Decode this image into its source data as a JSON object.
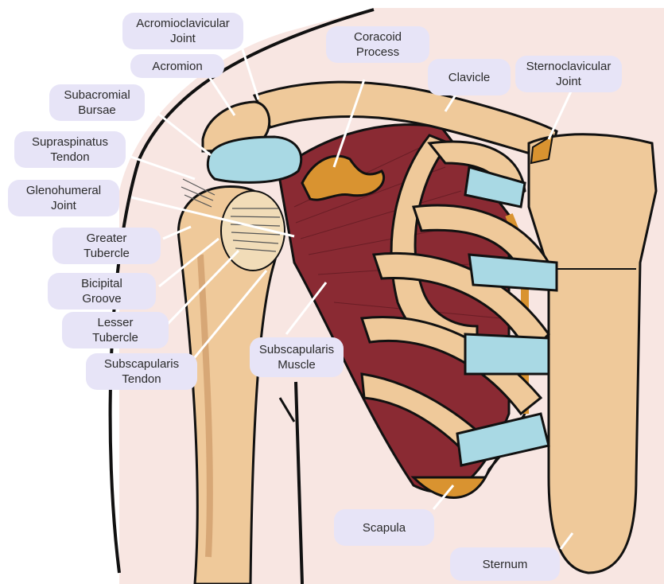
{
  "labels": {
    "acromioclavicular_joint": "Acromioclavicular\nJoint",
    "acromion": "Acromion",
    "subacromial_bursae": "Subacromial\nBursae",
    "supraspinatus_tendon": "Supraspinatus\nTendon",
    "glenohumeral_joint": "Glenohumeral\nJoint",
    "greater_tubercle": "Greater\nTubercle",
    "bicipital_groove": "Bicipital\nGroove",
    "lesser_tubercle": "Lesser\nTubercle",
    "subscapularis_tendon": "Subscapularis\nTendon",
    "coracoid_process": "Coracoid\nProcess",
    "clavicle": "Clavicle",
    "sternoclavicular_joint": "Sternoclavicular\nJoint",
    "subscapularis_muscle": "Subscapularis\nMuscle",
    "scapula": "Scapula",
    "sternum": "Sternum"
  },
  "colors": {
    "bone": "#efc99a",
    "muscle": "#8a2a33",
    "cartilage": "#a9d9e4",
    "orange_bone": "#d99330",
    "label_bg": "#e7e4f7",
    "outline": "#111111"
  }
}
